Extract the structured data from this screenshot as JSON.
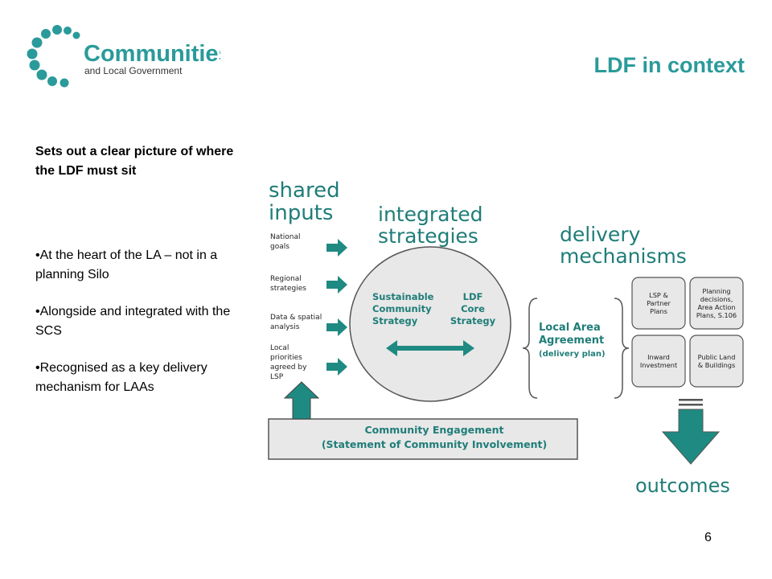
{
  "logo": {
    "line1": "Communities",
    "line2": "and Local Government",
    "color": "#2a9a9a"
  },
  "title": "LDF in context",
  "intro": "Sets out a clear picture of where the LDF must sit",
  "bullets": [
    "•At the heart of the LA – not in a planning Silo",
    "•Alongside and integrated with the SCS",
    "•Recognised as a key delivery mechanism for LAAs"
  ],
  "diagram": {
    "teal": "#1e8a82",
    "heading_color": "#1f7d78",
    "shared_inputs": [
      "shared",
      "inputs"
    ],
    "inputs": [
      [
        "National",
        "goals"
      ],
      [
        "Regional",
        "strategies"
      ],
      [
        "Data & spatial",
        "analysis"
      ],
      [
        "Local",
        "priorities",
        "agreed by",
        "LSP"
      ]
    ],
    "integrated_strategies": [
      "integrated",
      "strategies"
    ],
    "scs": [
      "Sustainable",
      "Community",
      "Strategy"
    ],
    "ldf_core": [
      "LDF",
      "Core",
      "Strategy"
    ],
    "delivery_mechanisms": [
      "delivery",
      "mechanisms"
    ],
    "laa": [
      "Local Area",
      "Agreement"
    ],
    "laa_sub": "(delivery plan)",
    "boxes": [
      [
        "LSP &",
        "Partner",
        "Plans"
      ],
      [
        "Planning",
        "decisions,",
        "Area Action",
        "Plans, S.106"
      ],
      [
        "Inward",
        "Investment"
      ],
      [
        "Public Land",
        "& Buildings"
      ]
    ],
    "engagement": [
      "Community Engagement",
      "(Statement of Community Involvement)"
    ],
    "outcomes": "outcomes"
  },
  "page_number": "6"
}
